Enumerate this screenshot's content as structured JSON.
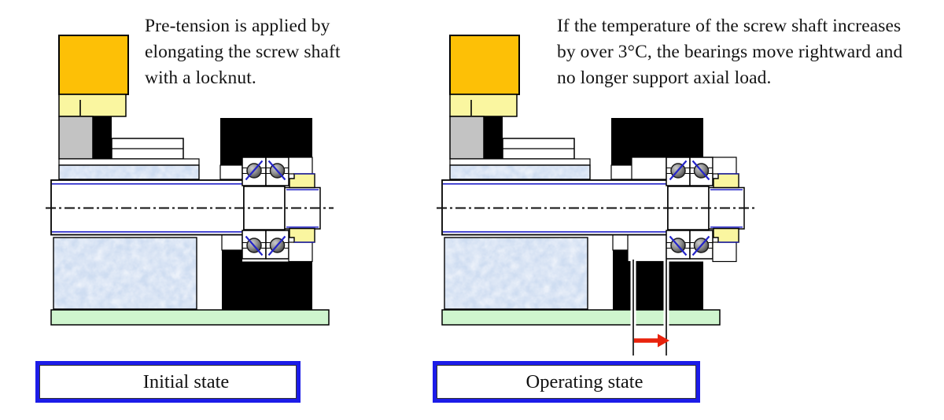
{
  "figure": {
    "captions": {
      "initial": "Pre-tension is applied by\nelongating the screw shaft\nwith a locknut.",
      "operating": "If the temperature of the screw shaft increases\nby over 3°C, the bearings move rightward and\nno longer support axial load."
    },
    "labels": {
      "initial": "Initial state",
      "operating": "Operating state"
    }
  },
  "colors": {
    "motor_orange": "#fdc006",
    "pale_yellow": "#faf6a0",
    "mount_gray": "#c3c3c3",
    "housing_black": "#000000",
    "nut_base": "#edf2fa",
    "base_green": "#cff5ce",
    "accent_blue": "#2323c8",
    "border_blue": "#1c1ce8",
    "arrow_red": "#e8220c",
    "line_black": "#111111"
  }
}
